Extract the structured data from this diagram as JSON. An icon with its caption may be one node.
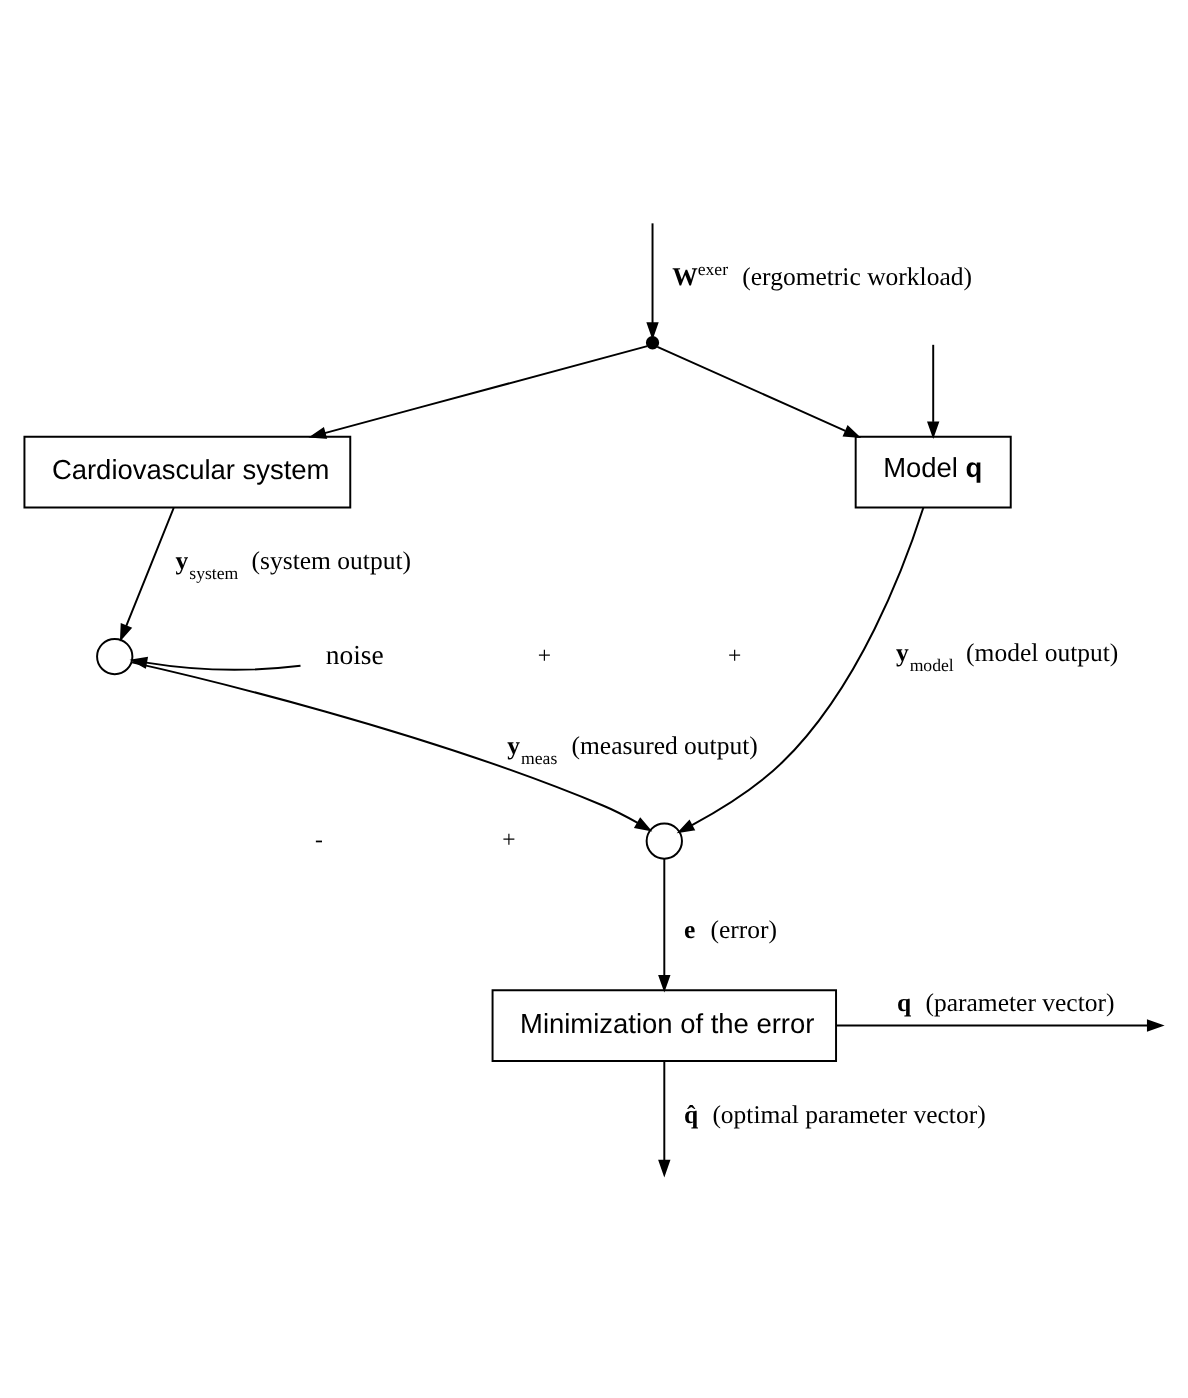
{
  "diagram": {
    "nodes": [
      {
        "text": [],
        "shape": "dot"
      },
      {
        "text": [
          "Cardiovascular system"
        ]
      },
      {
        "text": [
          "Model **q**"
        ]
      },
      {
        "text": [
          "noise"
        ]
      },
      {
        "text": [],
        "shape": "circle"
      },
      {
        "text": [],
        "shape": "circle"
      },
      {
        "text": [
          "Minimization of the error"
        ]
      }
    ],
    "edges": [
      {
        "from": null,
        "to": 0,
        "arrow": "to",
        "label": "**W**$^{exer}$ (ergometric workload)"
      },
      {
        "from": 0,
        "to": 1,
        "arrow": "to"
      },
      {
        "from": 0,
        "to": 2,
        "arrow": "to"
      },
      {
        "from": null,
        "to": 2,
        "arrow": "to"
      },
      {
        "from": 1,
        "to": 4,
        "arrow": "to",
        "label": "**y**$_{system}$ (system output)"
      },
      {
        "from": 3,
        "to": 4,
        "arrow": "to"
      },
      {
        "from": 4,
        "to": 5,
        "arrow": "to",
        "label": "**y**$_{meas}$ (measured output)"
      },
      {
        "from": 2,
        "to": 5,
        "arrow": "to",
        "label": "**y**$_{model}$ (model output)"
      },
      {
        "from": 5,
        "to": 6,
        "arrow": "to",
        "label": "**e** (error)"
      },
      {
        "from": 6,
        "to": null,
        "arrow": "to",
        "label": "**q** (parameter vector)"
      },
      {
        "from": 6,
        "to": null,
        "arrow": "to",
        "label": "**q̂** (optimal parameter vector)"
      }
    ],
    "labels": [
      "+",
      "+",
      "+",
      "-"
    ]
  }
}
